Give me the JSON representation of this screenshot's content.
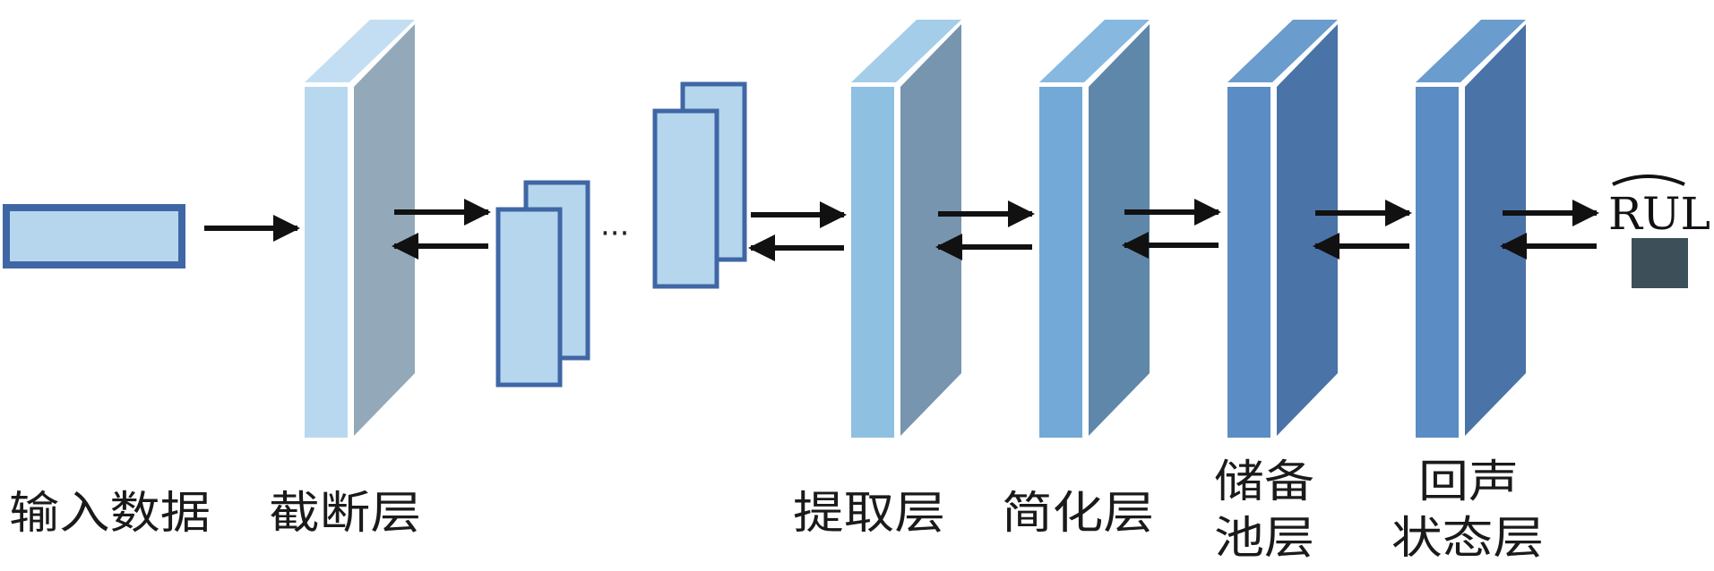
{
  "labels": {
    "input": "输入数据",
    "truncation": "截断层",
    "extraction": "提取层",
    "simplification": "简化层",
    "reservoir_line1": "储备",
    "reservoir_line2": "池层",
    "echo_line1": "回声",
    "echo_line2": "状态层",
    "output": "RUL",
    "ellipsis": "···"
  },
  "colors": {
    "input_fill": "#b6d6ee",
    "input_border": "#3f67a6",
    "truncation_front": "#b8d8ef",
    "truncation_side": "#93a9b9",
    "truncation_top": "#c3def2",
    "extraction_front": "#8ec0e2",
    "extraction_side": "#7795ae",
    "extraction_top": "#a4cde9",
    "simplification_front": "#72a9d6",
    "simplification_side": "#5f87a9",
    "simplification_top": "#86b8e0",
    "reservoir_front": "#5b8cc3",
    "reservoir_side": "#4a73a7",
    "reservoir_top": "#6a9ccd",
    "echo_front": "#5b8cc3",
    "echo_side": "#4a73a7",
    "echo_top": "#6a9ccd",
    "feature_fill": "#b6d6ee",
    "feature_border": "#3f67a6",
    "output_fill": "#3d5059",
    "arrow": "#111111"
  }
}
